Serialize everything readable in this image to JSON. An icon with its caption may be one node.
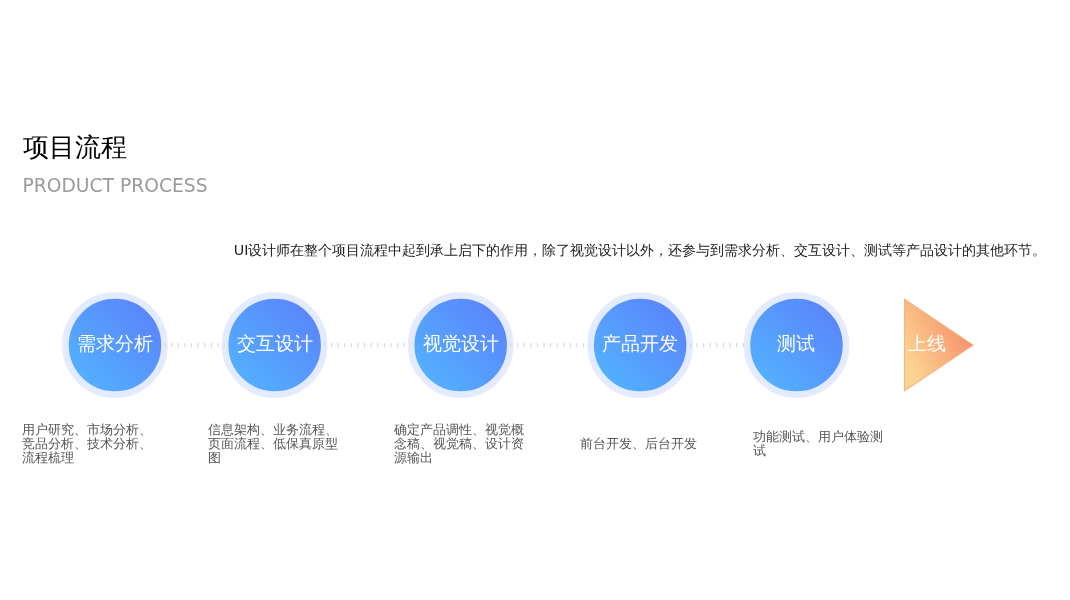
{
  "diagram": {
    "title": "项目流程",
    "nodes": [
      {
        "text": [
          "需求分析"
        ],
        "beside": [
          "用户研究、市场分析、竞品分析、技术分析、流程梳理"
        ]
      },
      {
        "text": [
          "交互设计"
        ],
        "beside": [
          "信息架构、业务流程、页面流程、低保真原型图"
        ]
      },
      {
        "text": [
          "视觉设计"
        ],
        "beside": [
          "确定产品调性、视觉概念稿、视觉稿、设计资源输出"
        ]
      },
      {
        "text": [
          "产品开发"
        ],
        "beside": [
          "前台开发、后台开发"
        ]
      },
      {
        "text": [
          "测试"
        ],
        "beside": [
          "功能测试、用户体验测试"
        ]
      },
      {
        "text": [
          "上线"
        ]
      }
    ],
    "edges": [
      {
        "from": 0,
        "to": 1,
        "arrow": "none",
        "style": "dashed"
      },
      {
        "from": 1,
        "to": 2,
        "arrow": "none",
        "style": "dashed"
      },
      {
        "from": 2,
        "to": 3,
        "arrow": "none",
        "style": "dashed"
      },
      {
        "from": 3,
        "to": 4,
        "arrow": "none",
        "style": "dashed"
      }
    ],
    "labels": [
      "PRODUCT PROCESS",
      "UI设计师在整个项目流程中起到承上启下的作用，除了视觉设计以外，还参与到需求分析、交互设计、测试等产品设计的其他环节。"
    ]
  }
}
